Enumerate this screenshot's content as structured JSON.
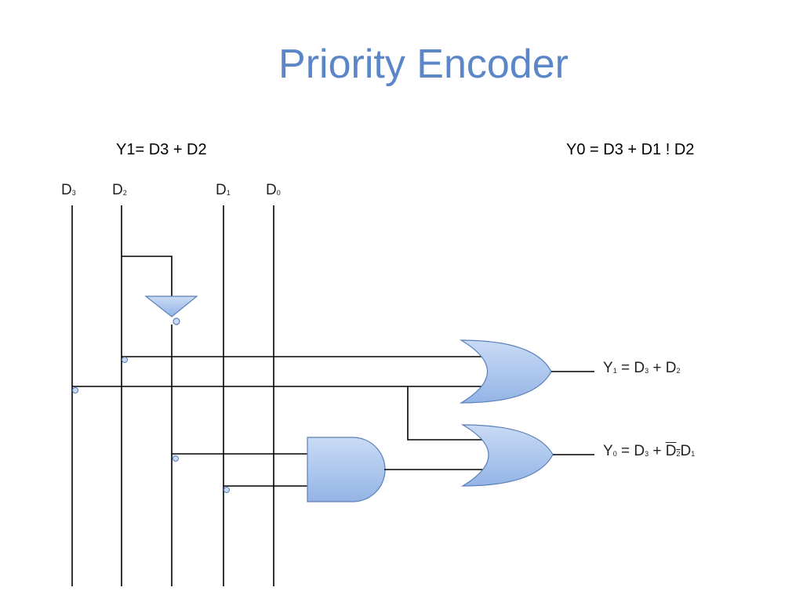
{
  "title": "Priority Encoder",
  "formulas": {
    "y1": "Y1= D3 + D2",
    "y0": "Y0 = D3 + D1 ! D2"
  },
  "inputs": [
    {
      "base": "D",
      "sub": "3"
    },
    {
      "base": "D",
      "sub": "2"
    },
    {
      "base": "D",
      "sub": "1"
    },
    {
      "base": "D",
      "sub": "0"
    }
  ],
  "outputs": {
    "y1": {
      "lhs_base": "Y",
      "lhs_sub": "1",
      "eq": " = ",
      "t1_base": "D",
      "t1_sub": "3",
      "plus": " + ",
      "t2_base": "D",
      "t2_sub": "2"
    },
    "y0": {
      "lhs_base": "Y",
      "lhs_sub": "0",
      "eq": " = ",
      "t1_base": "D",
      "t1_sub": "3",
      "plus": " + ",
      "t2_base": "D",
      "t2_sub": "2",
      "t3_base": "D",
      "t3_sub": "1"
    }
  },
  "colors": {
    "title": "#5b86c7",
    "gate_fill": "#a9c4ec",
    "gate_stroke": "#5a7fb8",
    "wire": "#000000"
  }
}
